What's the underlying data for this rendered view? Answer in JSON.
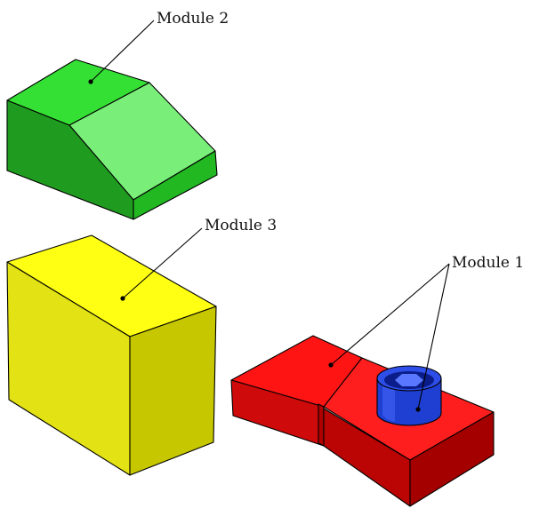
{
  "labels": {
    "module_1": "Module 1",
    "module_2": "Module 2",
    "module_3": "Module 3"
  },
  "colors": {
    "module_1": {
      "top": "#ff1414",
      "front": "#cf0a0a",
      "side": "#a50000"
    },
    "module_2": {
      "top": "#35e035",
      "slope": "#79ee79",
      "front": "#1f9c1f",
      "side": "#22b822"
    },
    "module_3": {
      "top": "#ffff14",
      "front": "#e2e214",
      "side": "#c7c700"
    },
    "bolt": {
      "body": "#1f3fd2",
      "dark": "#0b1d8a",
      "light": "#5a78ff"
    }
  },
  "icons": [
    "leader-line",
    "leader-dot"
  ]
}
